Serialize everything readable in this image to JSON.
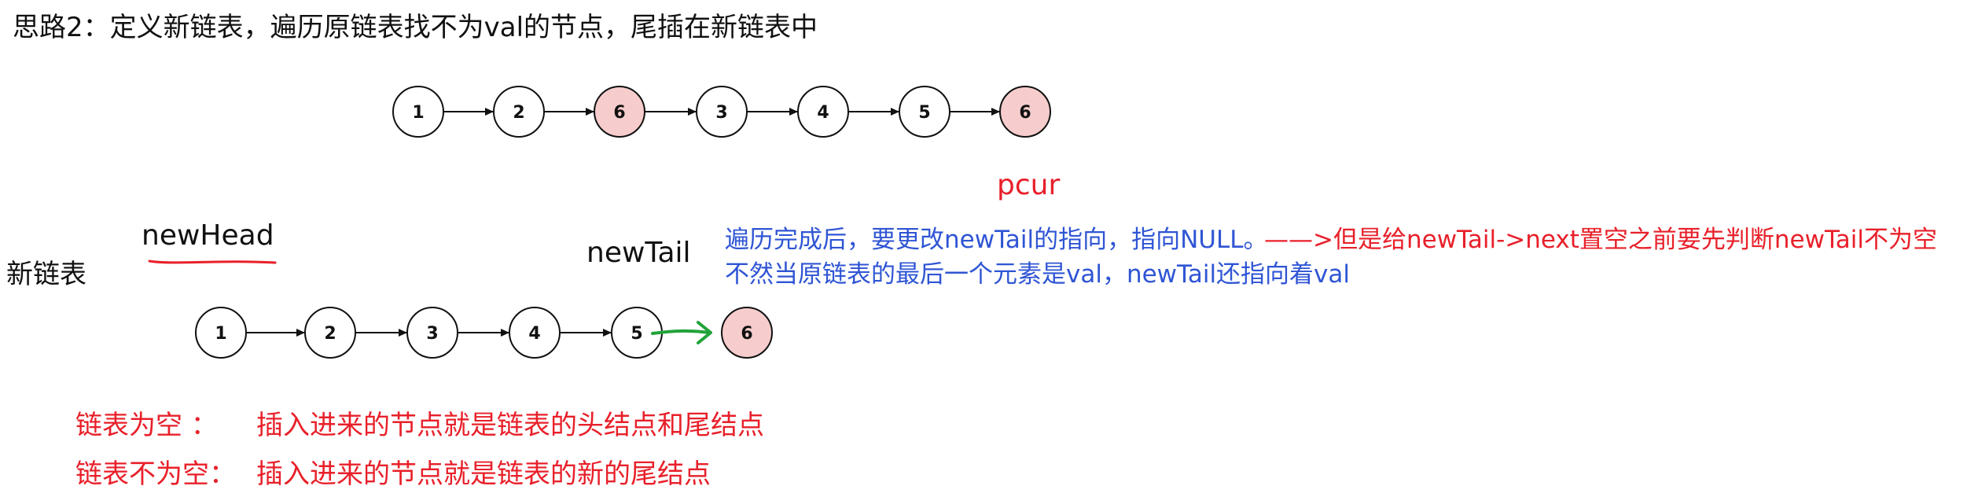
{
  "title": "思路2：定义新链表，遍历原链表找不为val的节点，尾插在新链表中",
  "original_list": {
    "nodes": [
      {
        "label": "1",
        "highlight": false
      },
      {
        "label": "2",
        "highlight": false
      },
      {
        "label": "6",
        "highlight": true
      },
      {
        "label": "3",
        "highlight": false
      },
      {
        "label": "4",
        "highlight": false
      },
      {
        "label": "5",
        "highlight": false
      },
      {
        "label": "6",
        "highlight": true
      }
    ]
  },
  "pointer_pcur": "pcur",
  "new_list_label": "新链表",
  "pointer_newhead": "newHead",
  "pointer_newtail": "newTail",
  "new_list": {
    "nodes": [
      {
        "label": "1",
        "highlight": false
      },
      {
        "label": "2",
        "highlight": false
      },
      {
        "label": "3",
        "highlight": false
      },
      {
        "label": "4",
        "highlight": false
      },
      {
        "label": "5",
        "highlight": false
      },
      {
        "label": "6",
        "highlight": true
      }
    ]
  },
  "note": {
    "line1_blue": "遍历完成后，要更改newTail的指向，指向NULL。",
    "line1_red": "——>但是给newTail->next置空之前要先判断newTail不为空",
    "line2": "不然当原链表的最后一个元素是val，newTail还指向着val"
  },
  "rules": {
    "empty_case_label": "链表为空   ：",
    "empty_case_text": "插入进来的节点就是链表的头结点和尾结点",
    "nonempty_case_label": "链表不为空：",
    "nonempty_case_text": "插入进来的节点就是链表的新的尾结点"
  },
  "colors": {
    "highlight_node": "#f6cccc",
    "red_text": "#e8202a",
    "blue_text": "#2f55d4",
    "green_arrow": "#22a33a",
    "underline": "#e8202a"
  }
}
